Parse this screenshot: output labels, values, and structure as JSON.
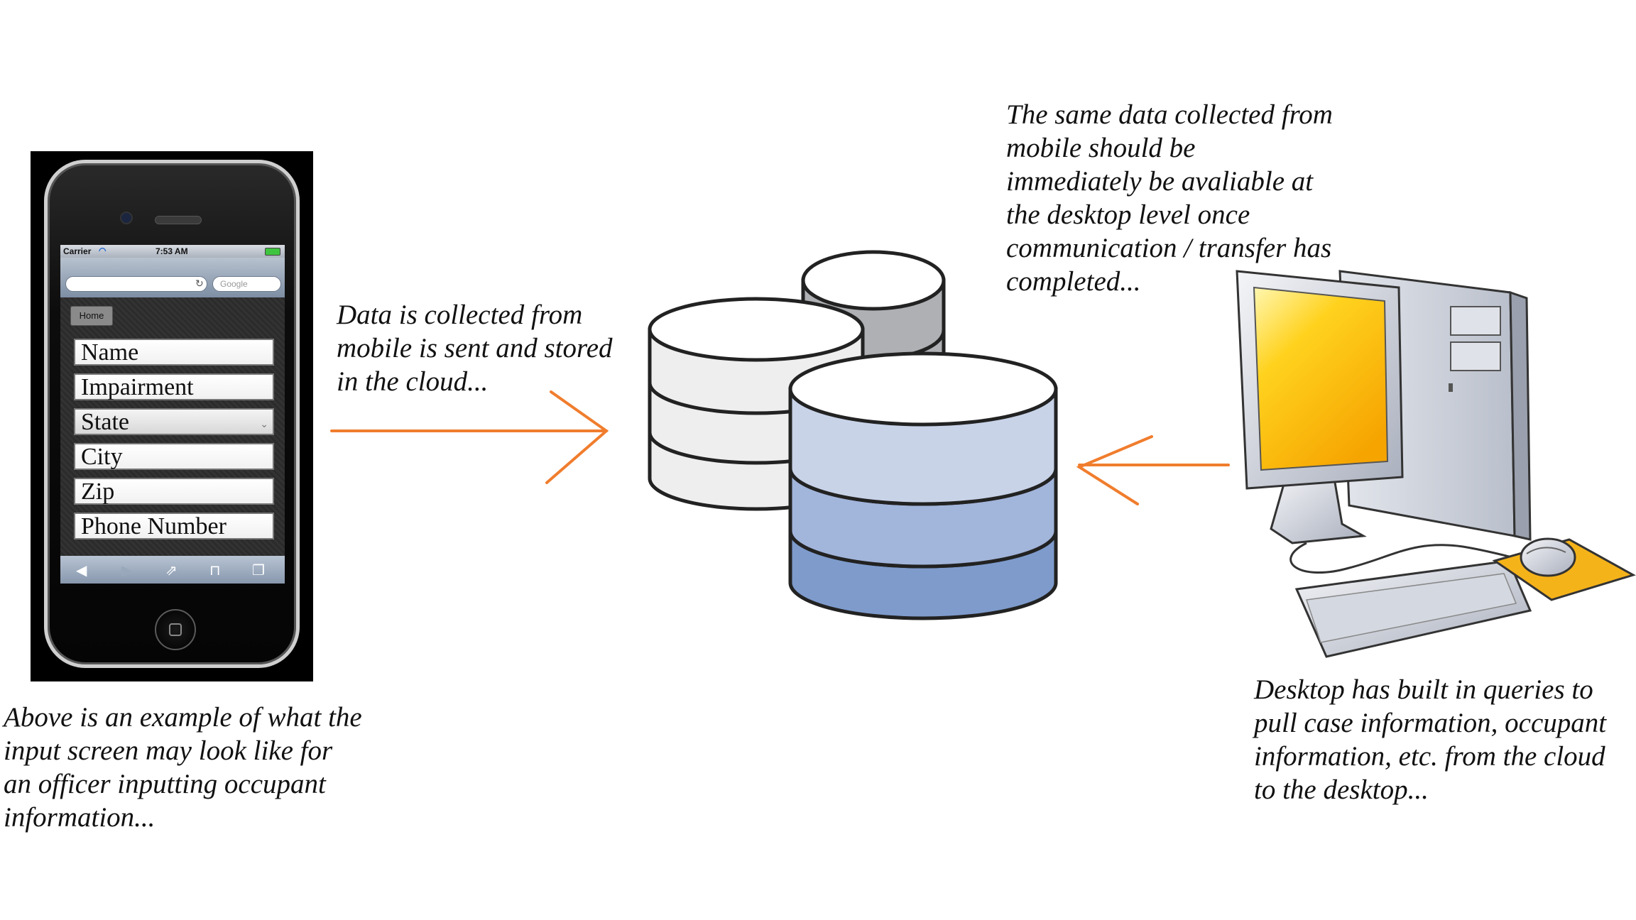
{
  "captions": {
    "desktop_sync": "The same data collected from\nmobile should be\nimmediately be avaliable at\nthe desktop level once\ncommunication / transfer has\ncompleted...",
    "mobile_to_cloud": "Data is collected from\nmobile is sent and stored\nin the cloud...",
    "mobile_example": "Above is an example of what the\ninput screen may look like for\nan officer inputting occupant\ninformation...",
    "desktop_queries": "Desktop has built in queries to\npull case information, occupant\ninformation, etc. from the cloud\nto the desktop..."
  },
  "phone": {
    "status": {
      "carrier": "Carrier",
      "time": "7:53 AM"
    },
    "search_placeholder": "Google",
    "home_button_label": "Home",
    "form_fields": [
      {
        "label": "Name",
        "type": "text"
      },
      {
        "label": "Impairment",
        "type": "text"
      },
      {
        "label": "State",
        "type": "select"
      },
      {
        "label": "City",
        "type": "text"
      },
      {
        "label": "Zip",
        "type": "text"
      },
      {
        "label": "Phone Number",
        "type": "text"
      }
    ],
    "toolbar_icons": [
      "back-icon",
      "forward-icon",
      "share-icon",
      "bookmarks-icon",
      "tabs-icon"
    ]
  },
  "database": {
    "colors": {
      "back_cylinder": "#aeb0b4",
      "left_cylinder": "#eeeeef",
      "front_band_1": "#c8d3e8",
      "front_band_2": "#a2b5db",
      "front_band_3": "#7e9bcc",
      "outline": "#222222"
    }
  },
  "arrows": {
    "color": "#f07d2d"
  },
  "desktop": {
    "colors": {
      "screen": "#ffd21e",
      "body": "#cfd3dc",
      "mousepad": "#f5b31a"
    }
  }
}
